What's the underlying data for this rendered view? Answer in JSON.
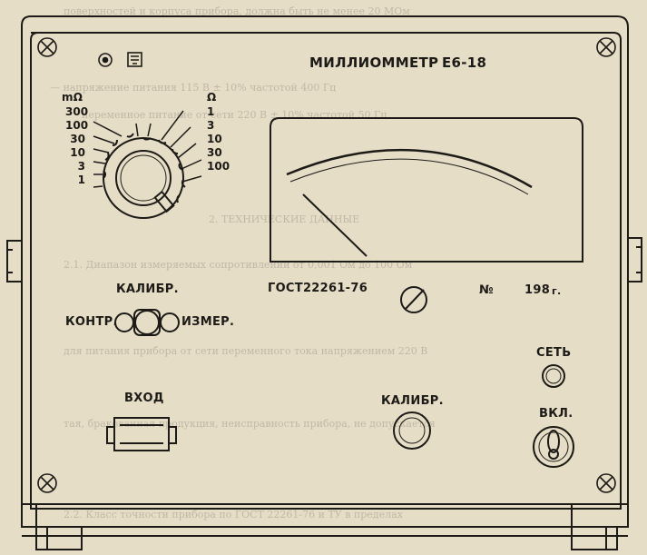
{
  "panel": {
    "title": "МИЛЛИОММЕТР",
    "model": "Е6-18",
    "gost": "ГОСТ22261-76",
    "number_label": "№",
    "year": "198",
    "year_suffix": "г."
  },
  "range_switch": {
    "unit_left": "mΩ",
    "unit_right": "Ω",
    "left_values": [
      "300",
      "100",
      "30",
      "10",
      "3",
      "1"
    ],
    "right_values": [
      "1",
      "3",
      "10",
      "30",
      "100"
    ]
  },
  "calibration_switch": {
    "title": "КАЛИБР.",
    "left_label": "КОНТР.",
    "right_label": "ИЗМЕР."
  },
  "input_connector": {
    "label": "ВХОД"
  },
  "calibration_knob": {
    "label": "КАЛИБР."
  },
  "power": {
    "lamp_label": "СЕТЬ",
    "switch_label": "ВКЛ."
  }
}
